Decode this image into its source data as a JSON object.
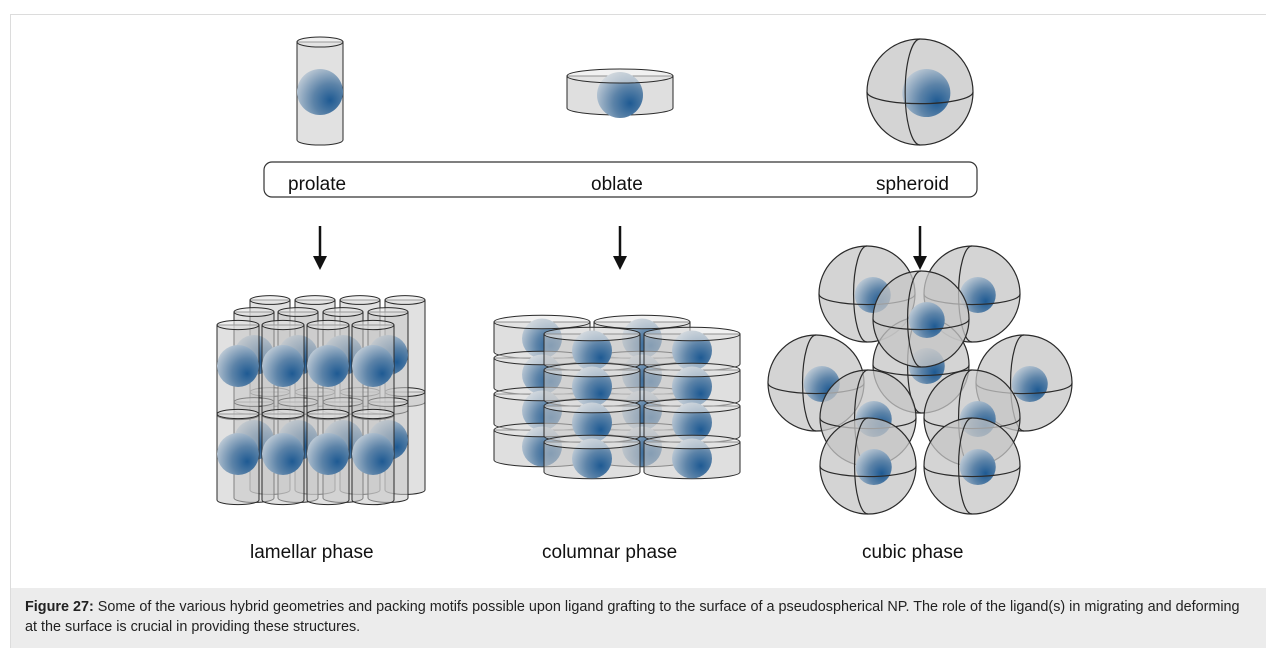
{
  "figure": {
    "shape_labels": [
      "prolate",
      "oblate",
      "spheroid"
    ],
    "phase_labels": [
      "lamellar phase",
      "columnar phase",
      "cubic phase"
    ]
  },
  "caption": {
    "label": "Figure 27:",
    "text": " Some of the various hybrid geometries and packing motifs possible upon ligand grafting to the surface of a pseudospherical NP. The role of the ligand(s) in migrating and deforming at the surface is crucial in providing these structures."
  },
  "colors": {
    "shell_fill": "#c8c8c8",
    "outline": "#2a2a2a",
    "core_dark": "#1e5a93",
    "core_light": "#b8c8d6",
    "caption_bg": "#ececec"
  }
}
